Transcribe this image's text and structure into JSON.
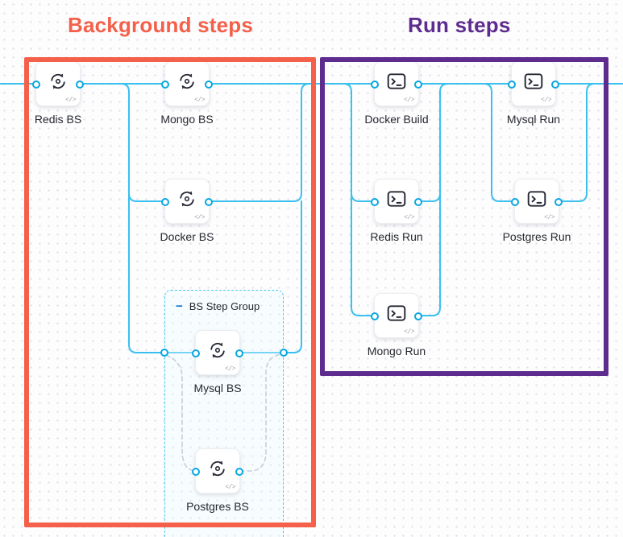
{
  "titles": {
    "background_steps": "Background steps",
    "run_steps": "Run steps"
  },
  "colors": {
    "background_box": "#f4604a",
    "run_box": "#5e2c8e",
    "connector": "#3ac0ef",
    "dashed_connector": "#b3bac2"
  },
  "step_group": {
    "collapse_icon": "−",
    "label": "BS Step Group"
  },
  "node_badge": "</>",
  "nodes": {
    "redis_bs": {
      "label": "Redis BS",
      "type": "background"
    },
    "mongo_bs": {
      "label": "Mongo BS",
      "type": "background"
    },
    "docker_bs": {
      "label": "Docker BS",
      "type": "background"
    },
    "mysql_bs": {
      "label": "Mysql BS",
      "type": "background"
    },
    "postgres_bs": {
      "label": "Postgres BS",
      "type": "background"
    },
    "docker_build": {
      "label": "Docker Build",
      "type": "run"
    },
    "mysql_run": {
      "label": "Mysql Run",
      "type": "run"
    },
    "redis_run": {
      "label": "Redis Run",
      "type": "run"
    },
    "postgres_run": {
      "label": "Postgres Run",
      "type": "run"
    },
    "mongo_run": {
      "label": "Mongo Run",
      "type": "run"
    }
  }
}
